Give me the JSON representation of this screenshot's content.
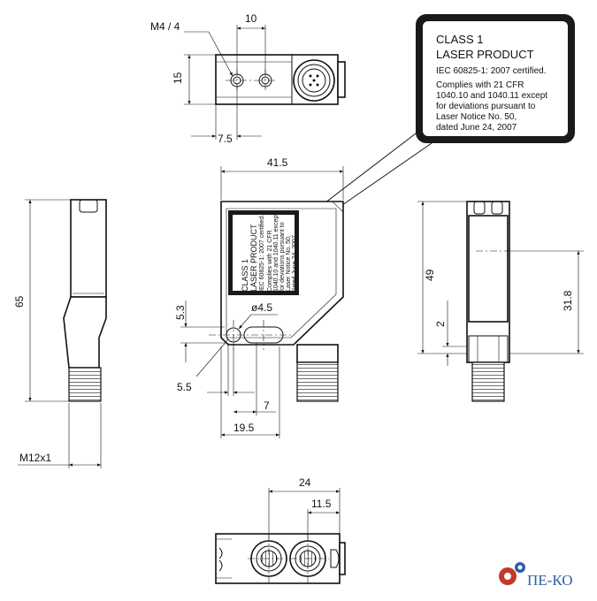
{
  "dimensions": {
    "m4": "M4 / 4",
    "d10": "10",
    "d15": "15",
    "d7_5": "7.5",
    "d41_5": "41.5",
    "d65": "65",
    "d5_3": "5.3",
    "d4_5": "ø4.5",
    "d5_5": "5.5",
    "d7": "7",
    "d19_5": "19.5",
    "m12": "M12x1",
    "d49": "49",
    "d2": "2",
    "d31_8": "31.8",
    "d24": "24",
    "d11_5": "11.5"
  },
  "label_big": {
    "line1": "CLASS 1",
    "line2": "LASER PRODUCT",
    "line3": "IEC 60825-1: 2007 certified.",
    "line4": "Complies with 21 CFR",
    "line5": "1040.10 and 1040.11 except",
    "line6": "for deviations pursuant to",
    "line7": "Laser Notice No. 50,",
    "line8": "dated June 24, 2007"
  },
  "logo": {
    "text": "ПЕ-КО",
    "color": "#2b5fa6",
    "gear_color": "#c0392b"
  }
}
